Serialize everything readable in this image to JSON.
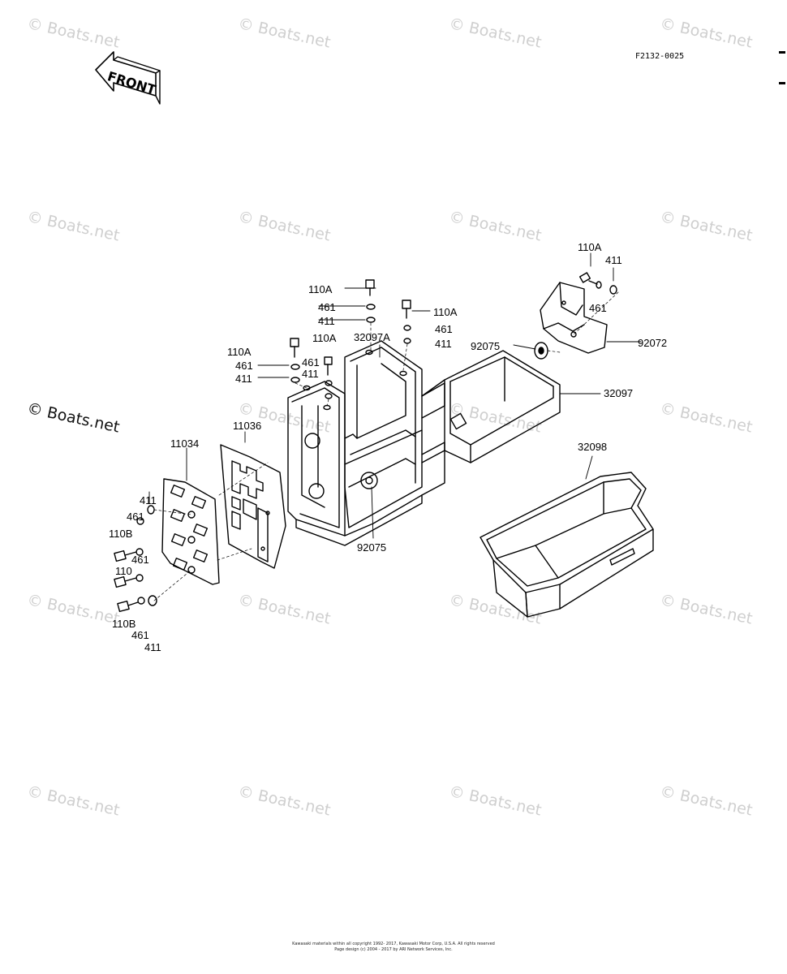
{
  "watermark_text": "© Boats.net",
  "diagram_ref": "F2132-0025",
  "front_label": "FRONT",
  "labels": {
    "l110A_top_right": "110A",
    "l411_top_right": "411",
    "l461_top_right": "461",
    "l92072": "92072",
    "l92075_right": "92075",
    "l32097": "32097",
    "l32098": "32098",
    "l110A_center_top": "110A",
    "l461_center_top": "461",
    "l411_center_top": "411",
    "l110A_center_mid": "110A",
    "l461_center_mid": "461",
    "l411_center_mid": "411",
    "l110A_left_top": "110A",
    "l461_left_top": "461",
    "l411_left_top": "411",
    "l110A_small": "110A",
    "l32097A": "32097A",
    "l461_small": "461",
    "l411_small": "411",
    "l11036": "11036",
    "l11034": "11034",
    "l92075_bottom": "92075",
    "l411_plate_top": "411",
    "l461_plate_top": "461",
    "l110B_top": "110B",
    "l461_plate_mid": "461",
    "l110_plate_mid": "110",
    "l110B_bottom": "110B",
    "l461_plate_bottom": "461",
    "l411_plate_bottom": "411"
  },
  "footer": {
    "line1": "Kawasaki materials within all copyright 1992- 2017, Kawasaki Motor Corp, U.S.A.  All rights reserved",
    "line2": "Page design (c) 2004 - 2017 by ARI Network Services, Inc."
  }
}
